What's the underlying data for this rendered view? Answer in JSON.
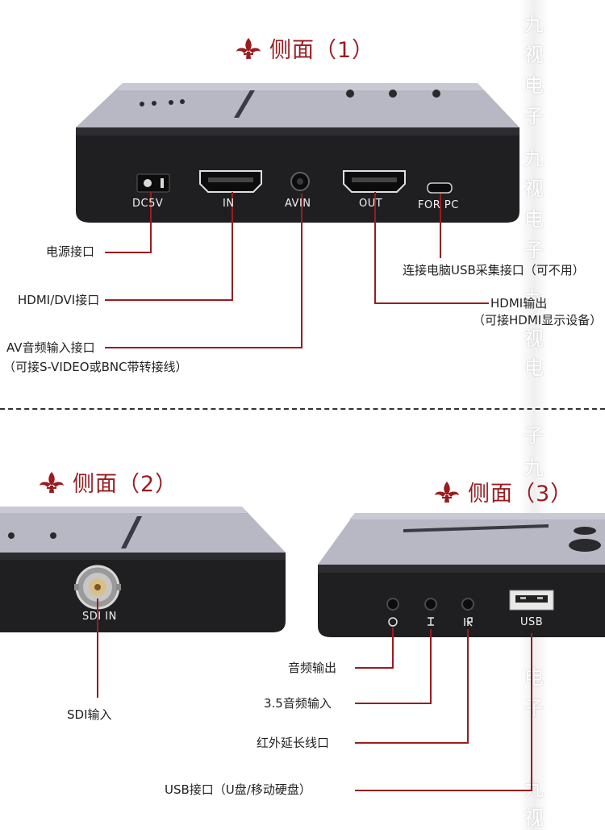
{
  "panel1": {
    "title": "侧面（1）",
    "ports": [
      "DC5V",
      "IN",
      "AVIN",
      "OUT",
      "FOR PC"
    ],
    "callouts": {
      "power": "电源接口",
      "hdmi_in": "HDMI/DVI接口",
      "av_in": "AV音频输入接口",
      "av_in_note": "（可接S-VIDEO或BNC带转接线）",
      "usb_pc": "连接电脑USB采集接口（可不用）",
      "hdmi_out": "HDMI输出",
      "hdmi_out_note": "（可接HDMI显示设备）"
    }
  },
  "panel2": {
    "title": "侧面（2）",
    "ports": [
      "SDI IN"
    ],
    "callouts": {
      "sdi": "SDI输入"
    }
  },
  "panel3": {
    "title": "侧面（3）",
    "ports": [
      "USB"
    ],
    "callouts": {
      "audio_out": "音频输出",
      "audio_in": "3.5音频输入",
      "ir": "红外延长线口",
      "usb": "USB接口（U盘/移动硬盘）"
    }
  },
  "watermark": [
    "九",
    "视",
    "电",
    "子",
    "九",
    "视",
    "电",
    "子",
    "九",
    "视",
    "电",
    "子",
    "九",
    "视",
    "电",
    "子",
    "九",
    "视"
  ],
  "colors": {
    "accent": "#9b1b1f",
    "device_body": "#1f1f22",
    "device_top": "#b7b7c3"
  }
}
